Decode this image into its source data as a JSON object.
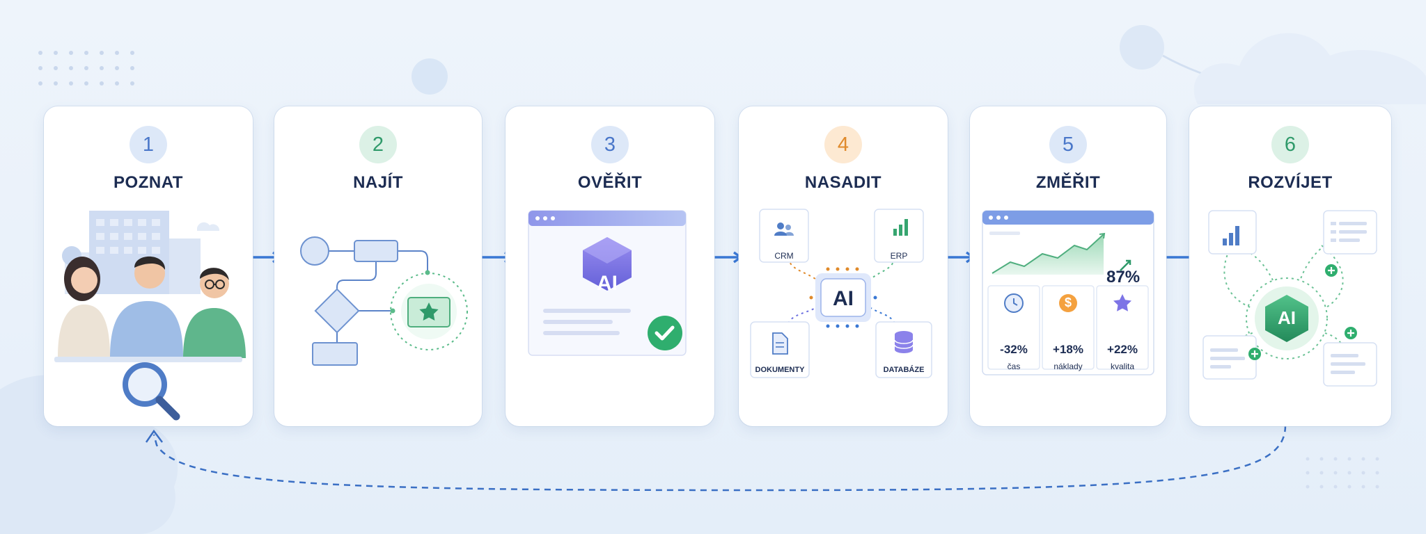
{
  "steps": [
    {
      "number": "1",
      "title": "POZNAT",
      "accent": "#4a77c9",
      "badge_bg": "#dde8f8"
    },
    {
      "number": "2",
      "title": "NAJÍT",
      "accent": "#2f9a6a",
      "badge_bg": "#dcf1e6"
    },
    {
      "number": "3",
      "title": "OVĚŘIT",
      "accent": "#4a77c9",
      "badge_bg": "#dde8f8"
    },
    {
      "number": "4",
      "title": "NASADIT",
      "accent": "#e08a2b",
      "badge_bg": "#fde9d2"
    },
    {
      "number": "5",
      "title": "ZMĚŘIT",
      "accent": "#4a77c9",
      "badge_bg": "#dde8f8"
    },
    {
      "number": "6",
      "title": "ROZVÍJET",
      "accent": "#2f9a6a",
      "badge_bg": "#dcf1e6"
    }
  ],
  "validate": {
    "chip_label": "AI"
  },
  "deploy": {
    "hub_label": "AI",
    "nodes": [
      {
        "label": "CRM",
        "icon": "users-icon"
      },
      {
        "label": "ERP",
        "icon": "bar-chart-icon"
      },
      {
        "label": "DOKUMENTY",
        "icon": "document-icon"
      },
      {
        "label": "DATABÁZE",
        "icon": "database-icon"
      }
    ]
  },
  "measure": {
    "headline_value": "87%",
    "metrics": [
      {
        "value": "-32%",
        "label": "čas",
        "icon": "clock-icon"
      },
      {
        "value": "+18%",
        "label": "náklady",
        "icon": "dollar-icon"
      },
      {
        "value": "+22%",
        "label": "kvalita",
        "icon": "star-icon"
      }
    ]
  },
  "grow": {
    "hub_label": "AI"
  },
  "colors": {
    "arrow": "#3a78d4",
    "primary_blue": "#3a78d4",
    "green": "#2f9a6a",
    "purple": "#6b6fe0",
    "orange": "#e08a2b"
  }
}
